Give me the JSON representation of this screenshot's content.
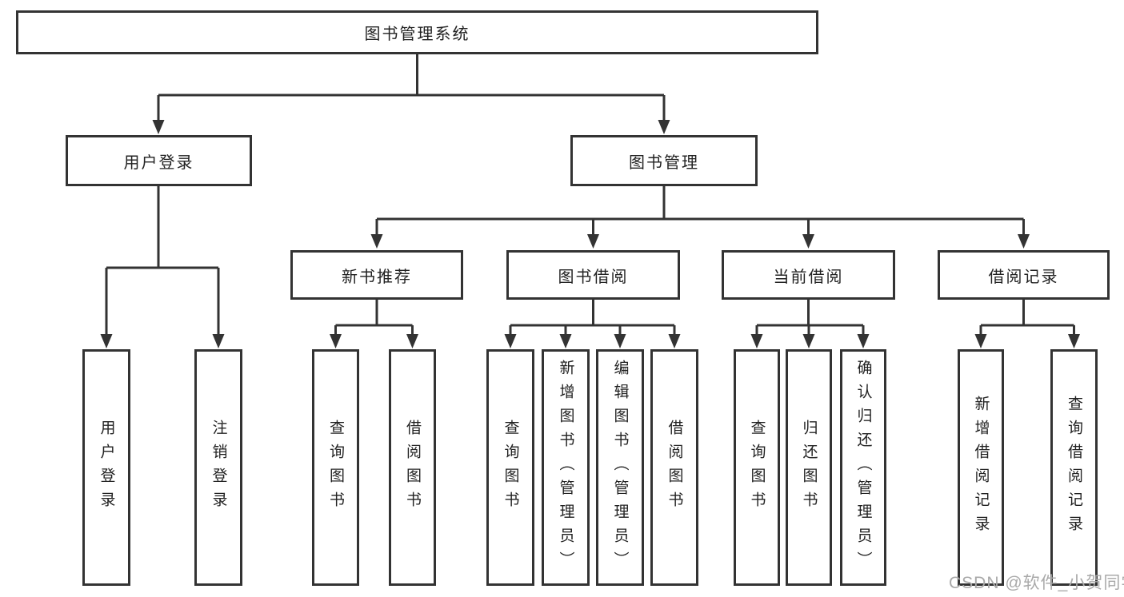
{
  "diagram": {
    "title": "图书管理系统",
    "type": "hierarchy-tree",
    "tree": {
      "label": "图书管理系统",
      "children": [
        {
          "label": "用户登录",
          "children": [
            {
              "label": "用户登录"
            },
            {
              "label": "注销登录"
            }
          ]
        },
        {
          "label": "图书管理",
          "children": [
            {
              "label": "新书推荐",
              "children": [
                {
                  "label": "查询图书"
                },
                {
                  "label": "借阅图书"
                }
              ]
            },
            {
              "label": "图书借阅",
              "children": [
                {
                  "label": "查询图书"
                },
                {
                  "label": "新增图书（管理员）"
                },
                {
                  "label": "编辑图书（管理员）"
                },
                {
                  "label": "借阅图书"
                }
              ]
            },
            {
              "label": "当前借阅",
              "children": [
                {
                  "label": "查询图书"
                },
                {
                  "label": "归还图书"
                },
                {
                  "label": "确认归还（管理员）"
                }
              ]
            },
            {
              "label": "借阅记录",
              "children": [
                {
                  "label": "新增借阅记录"
                },
                {
                  "label": "查询借阅记录"
                }
              ]
            }
          ]
        }
      ]
    },
    "colors": {
      "line": "#333333",
      "box_border": "#333333",
      "box_fill": "#ffffff",
      "text": "#222222",
      "background": "#ffffff",
      "watermark": "#a9a9a9"
    }
  },
  "watermark": {
    "text": "CSDN @软件_小贺同学"
  }
}
